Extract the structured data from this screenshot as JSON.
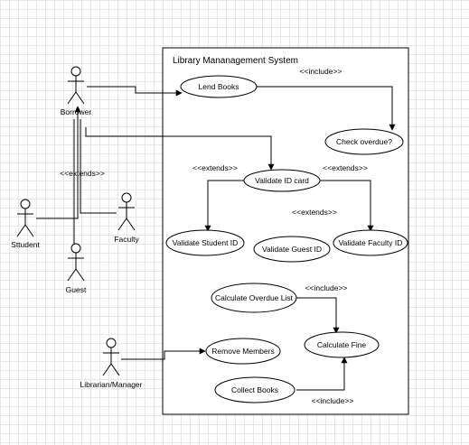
{
  "system": {
    "title": "Library Mananagement System"
  },
  "actors": {
    "borrower": "Borrower",
    "student": "Sttudent",
    "faculty": "Faculty",
    "guest": "Guest",
    "librarian": "Librarian/Manager"
  },
  "use_cases": {
    "lend_books": "Lend Books",
    "check_overdue": "Check overdue?",
    "validate_id_card": "Validate ID card",
    "validate_student_id": "Validate Student ID",
    "validate_guest_id": "Validate Guest ID",
    "validate_faculty_id": "Validate Faculty ID",
    "calculate_overdue_list": "Calculate Overdue List",
    "calculate_fine": "Calculate Fine",
    "remove_members": "Remove Members",
    "collect_books": "Collect Books"
  },
  "stereotypes": {
    "include_lend_check": "<<include>>",
    "extends_actors": "<<extends>>",
    "extends_student": "<<extends>>",
    "extends_faculty": "<<extends>>",
    "extends_guest": "<<extends>>",
    "include_overdue_fine": "<<include>>",
    "include_collect_fine": "<<include>>"
  }
}
